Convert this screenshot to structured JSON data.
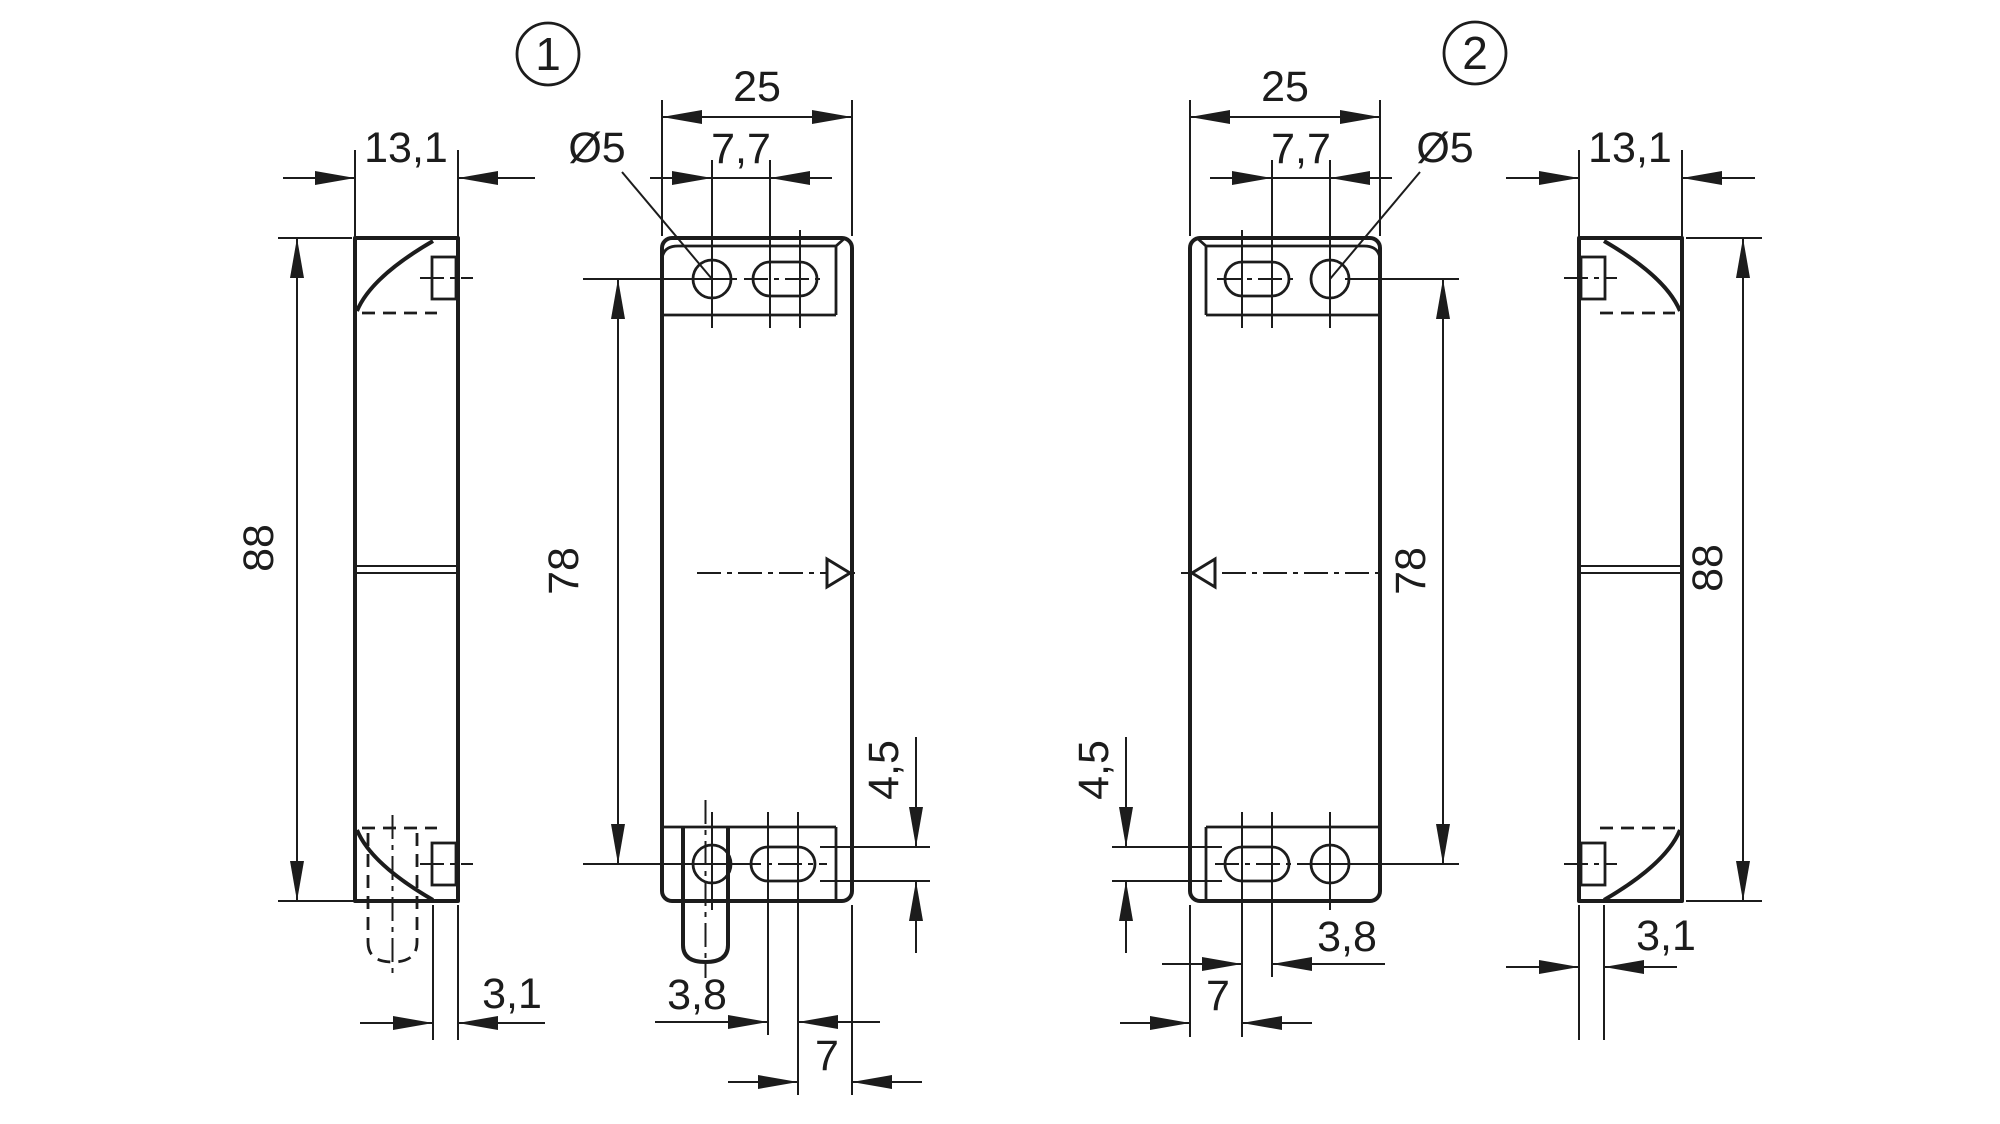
{
  "figure": {
    "type": "technical-drawing",
    "background": "#ffffff",
    "line_color": "#1c1c1c",
    "views": [
      {
        "label": "1",
        "side": {
          "width": "13,1",
          "height": "88",
          "front_plate": "3,1"
        },
        "front": {
          "width": "25",
          "hole_spacing": "7,7",
          "hole_diameter": "Ø5",
          "hole_pitch": "78",
          "slot_width": "4,5",
          "slot_length": "3,8",
          "slot_edge_distance": "7"
        }
      },
      {
        "label": "2",
        "side": {
          "width": "13,1",
          "height": "88",
          "front_plate": "3,1"
        },
        "front": {
          "width": "25",
          "hole_spacing": "7,7",
          "hole_diameter": "Ø5",
          "hole_pitch": "78",
          "slot_width": "4,5",
          "slot_length": "3,8",
          "slot_edge_distance": "7"
        }
      }
    ]
  }
}
